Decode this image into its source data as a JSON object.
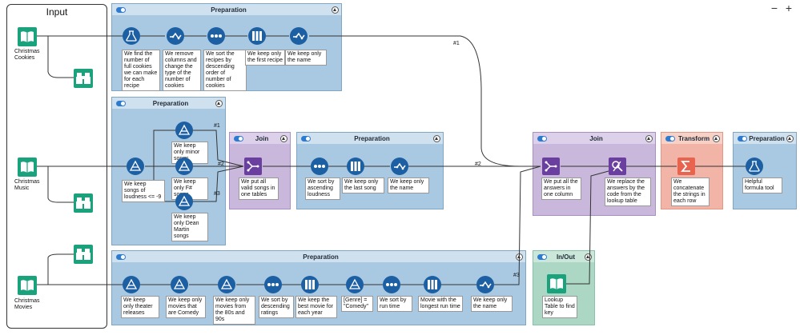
{
  "input_frame": {
    "title": "Input"
  },
  "inputs": [
    {
      "label": "Christmas Cookies"
    },
    {
      "label": "Christmas Music"
    },
    {
      "label": "Christmas Movies"
    }
  ],
  "containers": {
    "prep_top": {
      "title": "Preparation"
    },
    "prep_music": {
      "title": "Preparation"
    },
    "join_music": {
      "title": "Join"
    },
    "prep_mid": {
      "title": "Preparation"
    },
    "prep_bottom": {
      "title": "Preparation"
    },
    "join_right": {
      "title": "Join"
    },
    "transform": {
      "title": "Transform"
    },
    "prep_end": {
      "title": "Preparation"
    },
    "inout": {
      "title": "In/Out"
    }
  },
  "annotations": {
    "cookies_formula": "We find the number of full cookies we can make for each recipe",
    "cookies_select": "We remove columns and change the type of the number of cookies",
    "cookies_sort": "We sort the recipes by descending order of number of cookies",
    "cookies_sample": "We keep only the first recipe",
    "cookies_select2": "We keep only the name",
    "music_filter": "We keep songs of loudness <= -9",
    "music_filter_minor": "We keep only minor songs",
    "music_filter_fsharp": "We keep only F# songs",
    "music_filter_dean": "We keep only Dean Martin songs",
    "music_union": "We put all valid songs in one tables",
    "music_sort": "We sort by ascending loudness",
    "music_sample": "We keep only the last song",
    "music_select": "We keep only the name",
    "join_union": "We put all the answers in one column",
    "join_replace": "We replace the answers by the code from the lookup table",
    "transform_summarize": "We concatenate the strings in each row",
    "end_formula": "Helpful formula tool",
    "movies_f1": "We keep only theater releases",
    "movies_f2": "We keep only movies that are Comedy",
    "movies_f3": "We keep only movies from the 80s and 90s",
    "movies_sort": "We sort by descending ratings",
    "movies_sample": "We keep the best movie for each year",
    "movies_filter_genre": "[Genre] = \"Comedy\"",
    "movies_sort2": "We sort by run time",
    "movies_sample2": "Movie with the longest run time",
    "movies_select": "We keep only the name",
    "lookup": "Lookup Table to find key"
  },
  "wire_labels": {
    "w1": "#1",
    "w2": "#2",
    "w3": "#3",
    "u1": "#1",
    "u2": "#2",
    "u3": "#3"
  },
  "zoom": {
    "minus": "−",
    "plus": "+"
  },
  "colors": {
    "input_green": "#1aa27d",
    "prep_blue": "#1d5fa3",
    "join_purple": "#6b3fa0",
    "transform_orange": "#e8644f",
    "container_blue": "#a9c9e2"
  },
  "icons": [
    "book-icon",
    "binoculars-icon",
    "formula-icon",
    "select-icon",
    "sort-icon",
    "sample-icon",
    "filter-icon",
    "union-icon",
    "find-replace-icon",
    "summarize-icon"
  ]
}
